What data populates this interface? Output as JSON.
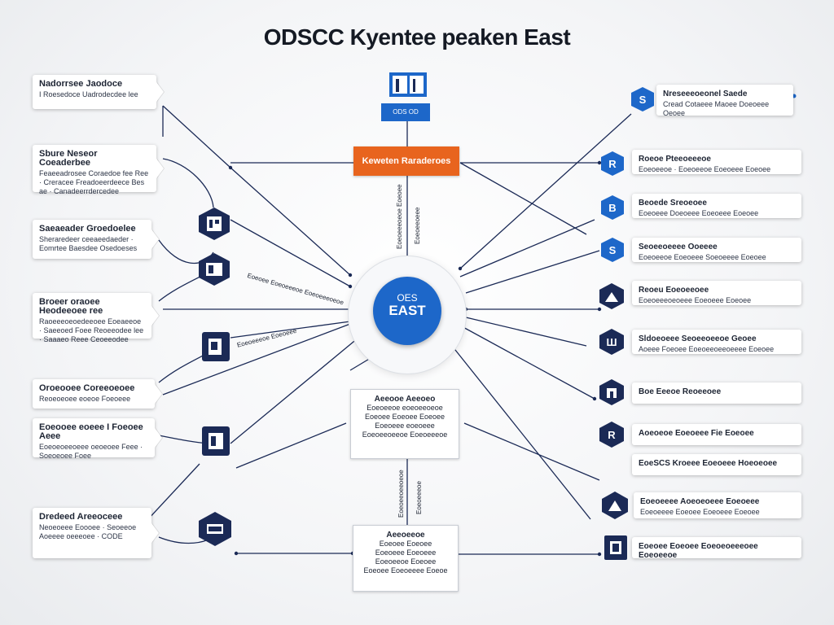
{
  "title": "ODSCC Kyentee peaken East",
  "top_badge": "ODS OD",
  "orange_box": "Keweten Raraderoes",
  "hub": {
    "line1": "OES",
    "line2": "EAST"
  },
  "left_cards": [
    {
      "title": "Nadorrsee Jaodoce",
      "sub": "I Roesedoce Uadrodecdee lee"
    },
    {
      "title": "Sbure Neseor Coeaderbee",
      "sub": "Feaeeadrosee Coraedoe fee Ree · Creracee Freadoeerdeece Bes ae · Canadeerrdercedee"
    },
    {
      "title": "Saeaeader Groedoelee",
      "sub": "Sheraredeer ceeaeedaeder · Eomrtee Baesdee Osedoeses"
    },
    {
      "title": "Broeer oraoee Heodeeoee ree",
      "sub": "Raoeeeoeoedeeoee Eoeaeeoe · Saeeoed Foee Reoeeodee lee · Saaaeo Reee Ceoeeodee"
    },
    {
      "title": "Oroeooee Coreeoeoee",
      "sub": "Reoeoeoee eoeoe Foeoeee"
    },
    {
      "title": "Eoeooee eoeee I Foeoee Aeee",
      "sub": "Eoeoeoeeoeee oeoeoee Feee · Soeoeoee Foee"
    },
    {
      "title": "Dredeed Areeoceee",
      "sub": "Neoeoeee Eoooee · Seoeeoe Aoeeee oeeeoee · CODE"
    }
  ],
  "right_cards": [
    {
      "title": "Nreseeeoeonel Saede",
      "sub": "Cread Cotaeee Maoee Doeoeee Oeoee"
    },
    {
      "title": "Roeoe Pteeoeeeoe",
      "sub": "Eoeoeeoe · Eoeoeeoe Eoeoeee Eoeoee"
    },
    {
      "title": "Beoede Sreoeoee",
      "sub": "Eoeoeee Doeoeee Eoeoeee Eoeoee"
    },
    {
      "title": "Seoeeoeeee Ooeeee",
      "sub": "Eoeoeeoe Eoeoeee Soeoeeee Eoeoee"
    },
    {
      "title": "Reoeu Eoeoeeoee",
      "sub": "Eoeoeeeoeoeee Eoeoeee Eoeoee"
    },
    {
      "title": "Sldoeoeee Seoeeoeeoe Geoee",
      "sub": "Aoeee Foeoee Eoeoeeoeeoeeee Eoeoee"
    },
    {
      "title": "Boe Eeeoe Reoeeoee",
      "sub": ""
    },
    {
      "title": "Aoeoeoe Eoeoeee Fie Eoeoee",
      "sub": ""
    },
    {
      "title": "EoeSCS Kroeee Eoeoeee Hoeoeoee",
      "sub": ""
    },
    {
      "title": "Eoeoeeee Aoeoeoeee Eoeoeee",
      "sub": "Eoeoeeee Eoeoee Eoeoeee Eoeoee"
    },
    {
      "title": "Eoeoee Eoeoee Eoeoeoeeeoee Eoeoeeoe",
      "sub": ""
    }
  ],
  "mid_box": {
    "title": "Aeeooe Aeeoeo",
    "lines": [
      "Eoeoeeoe eoeoeeoeoe",
      "Eoeoee Eoeoee Eoeoee",
      "Eoeoeee eoeoeee",
      "Eoeoeeoeeoe Eoeoeeeoe"
    ]
  },
  "bottom_box": {
    "title": "Aeeoeeoe",
    "lines": [
      "Eoeoee Eoeoee",
      "Eoeoeee Eoeoeee",
      "Eoeoeeoe Eoeoee",
      "Eoeoee Eoeoeeee Eoeoe"
    ]
  },
  "vertical_labels": {
    "upper_left": "Eoeoeeeoeoe Eoeoee",
    "upper_right": "Eoeoeeoeee",
    "lower_left": "Eoeoeeoeeoeoe",
    "lower_right": "Eoeoeeeoe",
    "diag_1": "Eoeoee Eoeoeeeoe Eoeoeeeoeoe",
    "diag_2": "Eoeoeeeoe Eoeoeee"
  },
  "icon_glyphs": {
    "left_1": "⌂",
    "left_2": "▣",
    "left_3": "▤",
    "left_4": "▥",
    "left_5": "◆",
    "right_1": "S",
    "right_2": "R",
    "right_3": "B",
    "right_4": "S",
    "right_5": "▲",
    "right_6": "Ш",
    "right_7": "⌂",
    "right_8": "R",
    "right_9": "▲",
    "right_10": "▦"
  },
  "colors": {
    "navy": "#1b2a56",
    "blue": "#1d67c9",
    "orange": "#e8641e",
    "line": "#1b2a56"
  }
}
